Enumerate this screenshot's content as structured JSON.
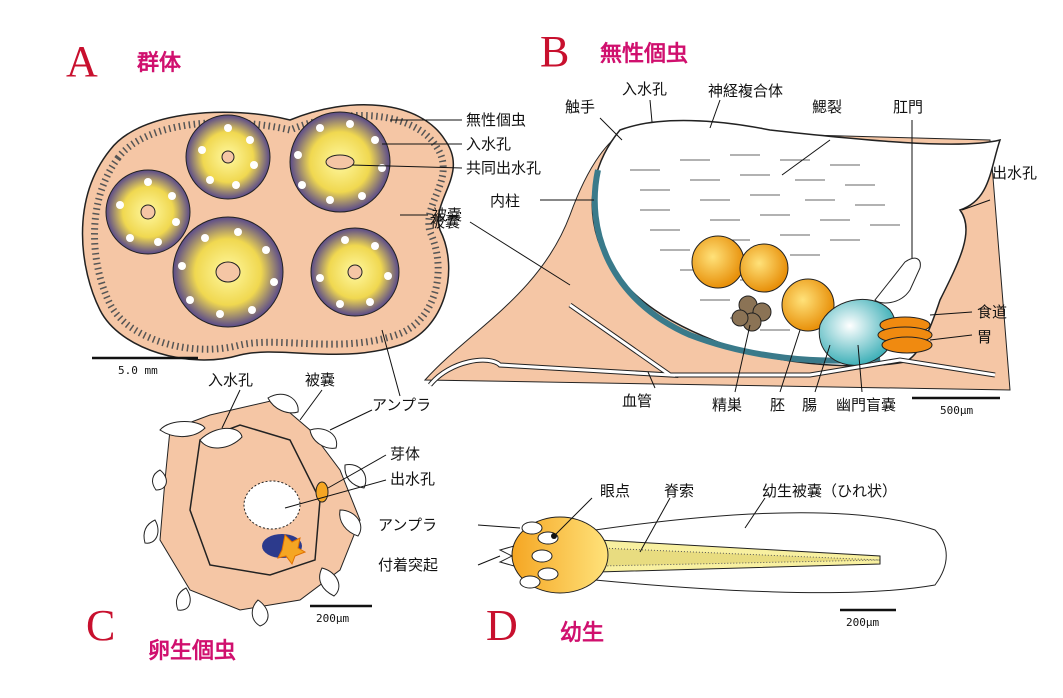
{
  "panels": {
    "A": {
      "letter": "A",
      "title": "群体",
      "scale": "5.0 mm",
      "labels": [
        "無性個虫",
        "入水孔",
        "共同出水孔",
        "被嚢",
        "アンプラ"
      ]
    },
    "B": {
      "letter": "B",
      "title": "無性個虫",
      "scale": "500μm",
      "labels": [
        "触手",
        "入水孔",
        "神経複合体",
        "鰓裂",
        "肛門",
        "出水孔",
        "内柱",
        "被嚢",
        "食道",
        "胃",
        "血管",
        "精巣",
        "胚",
        "腸",
        "幽門盲嚢"
      ]
    },
    "C": {
      "letter": "C",
      "title": "卵生個虫",
      "scale": "200μm",
      "labels": [
        "入水孔",
        "被嚢",
        "芽体",
        "出水孔"
      ]
    },
    "D": {
      "letter": "D",
      "title": "幼生",
      "scale": "200μm",
      "labels": [
        "眼点",
        "脊索",
        "幼生被嚢（ひれ状）",
        "アンプラ",
        "付着突起"
      ]
    }
  },
  "colors": {
    "tunic": "#f5c6a5",
    "zooid": "#f0e070",
    "purple": "#5a4a8a",
    "orange": "#f5a623",
    "teal": "#5fc4c8",
    "brown": "#8b7355",
    "letter": "#c8102e",
    "title": "#d0106e"
  }
}
